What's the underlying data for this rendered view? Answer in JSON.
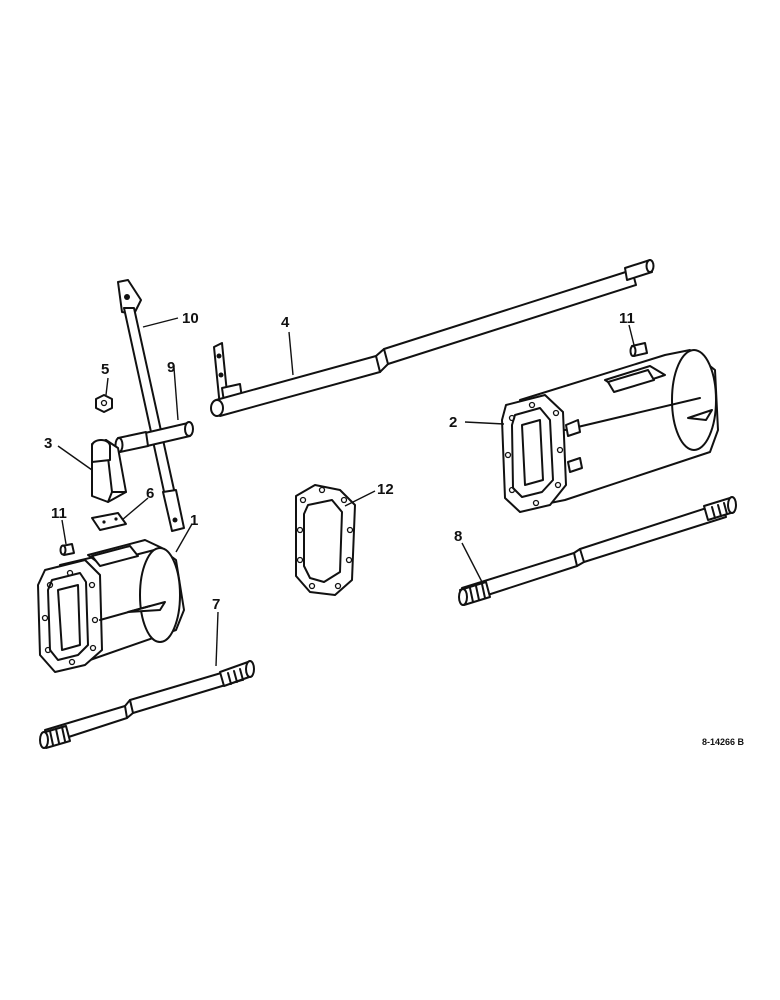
{
  "callouts": {
    "c1": "1",
    "c2": "2",
    "c3": "3",
    "c4": "4",
    "c5": "5",
    "c6": "6",
    "c7": "7",
    "c8": "8",
    "c9": "9",
    "c10": "10",
    "c11a": "11",
    "c11b": "11",
    "c12": "12"
  },
  "reference_code": "8-14266 B"
}
